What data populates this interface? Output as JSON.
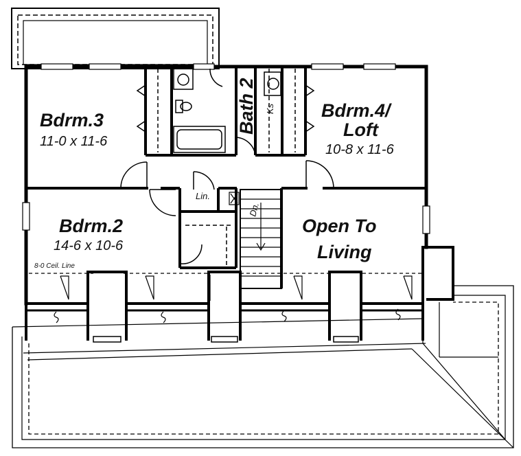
{
  "rooms": {
    "bdrm3": {
      "name": "Bdrm.3",
      "size": "11-0 x 11-6"
    },
    "bath2": {
      "name": "Bath 2"
    },
    "bdrm4": {
      "name_line1": "Bdrm.4/",
      "name_line2": "Loft",
      "size": "10-8 x 11-6"
    },
    "bdrm2": {
      "name": "Bdrm.2",
      "size": "14-6 x 10-6"
    },
    "open": {
      "line1": "Open To",
      "line2": "Living"
    }
  },
  "labels": {
    "linen": "Lin.",
    "stair_down": "Dn.",
    "ceiling_line": "8-0 Ceil. Line",
    "kneewall": "Ks"
  }
}
